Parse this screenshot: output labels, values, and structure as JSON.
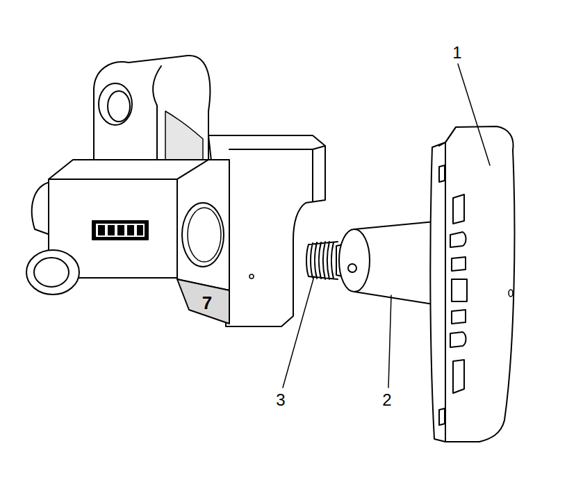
{
  "diagram": {
    "labels": [
      "1",
      "2",
      "3",
      "7"
    ]
  }
}
